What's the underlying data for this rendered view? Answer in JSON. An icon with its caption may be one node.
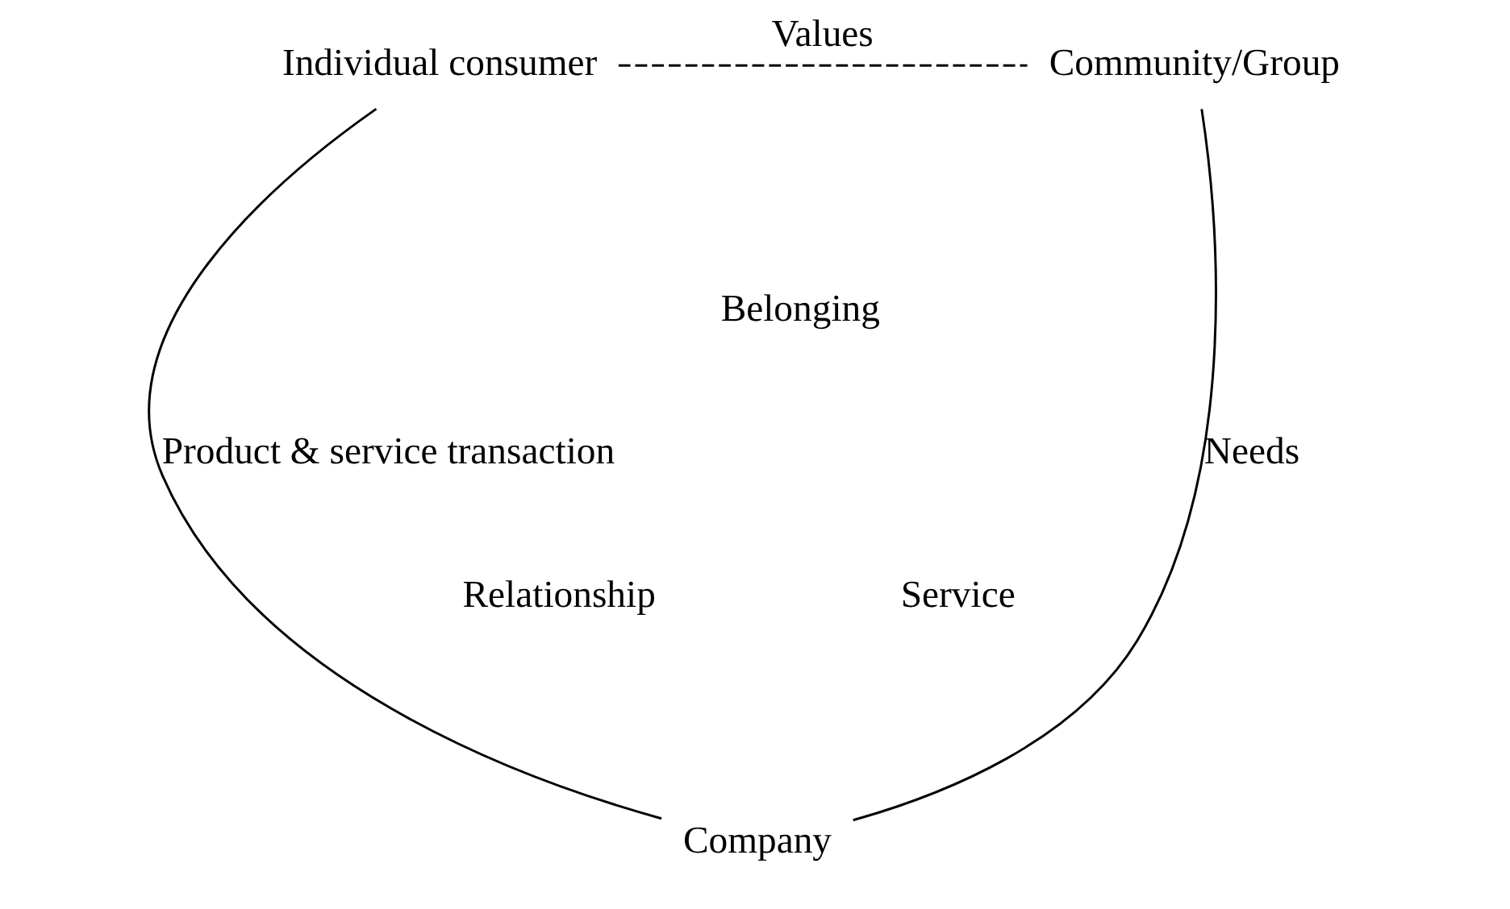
{
  "diagram": {
    "nodes": [
      {
        "text": [
          "Individual consumer"
        ]
      },
      {
        "text": [
          "Community/Group"
        ]
      },
      {
        "text": [
          "Company"
        ]
      }
    ],
    "edges": [
      {
        "from": 0,
        "to": 1,
        "arrow": "none",
        "label": "Values",
        "style": "dashed"
      },
      {
        "from": 0,
        "to": 2,
        "arrow": "none",
        "label": "Product & service transaction"
      },
      {
        "from": 1,
        "to": 2,
        "arrow": "none",
        "label": "Needs"
      }
    ],
    "labels": [
      "Belonging",
      "Relationship",
      "Service"
    ]
  }
}
